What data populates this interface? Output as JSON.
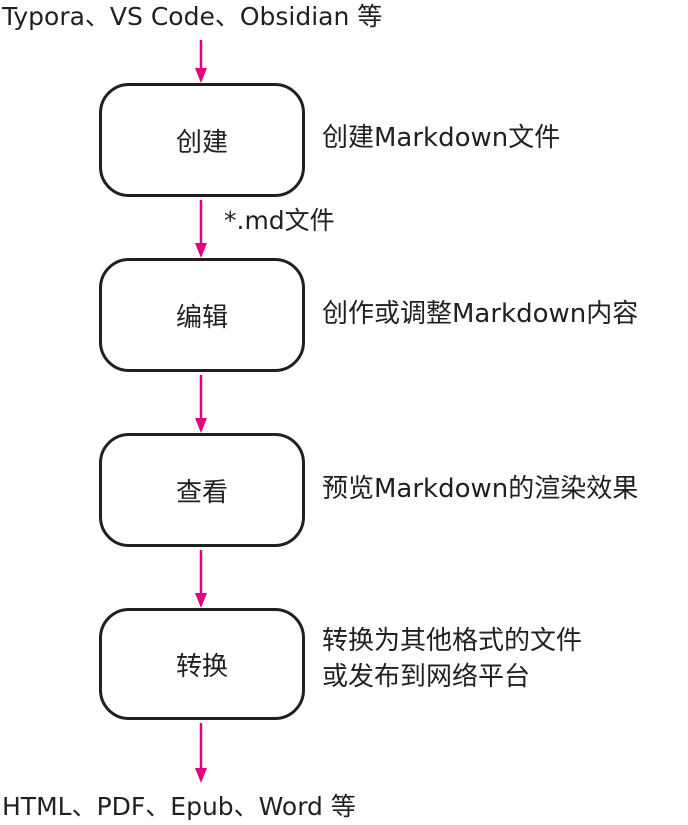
{
  "top_label": "Typora、VS Code、Obsidian 等",
  "bottom_label": "HTML、PDF、Epub、Word 等",
  "edge_label": "*.md文件",
  "arrow_color": "#e4007f",
  "steps": [
    {
      "label": "创建",
      "desc": "创建Markdown文件"
    },
    {
      "label": "编辑",
      "desc": "创作或调整Markdown内容"
    },
    {
      "label": "查看",
      "desc": "预览Markdown的渲染效果"
    },
    {
      "label": "转换",
      "desc": "转换为其他格式的文件",
      "desc2": "或发布到网络平台"
    }
  ]
}
